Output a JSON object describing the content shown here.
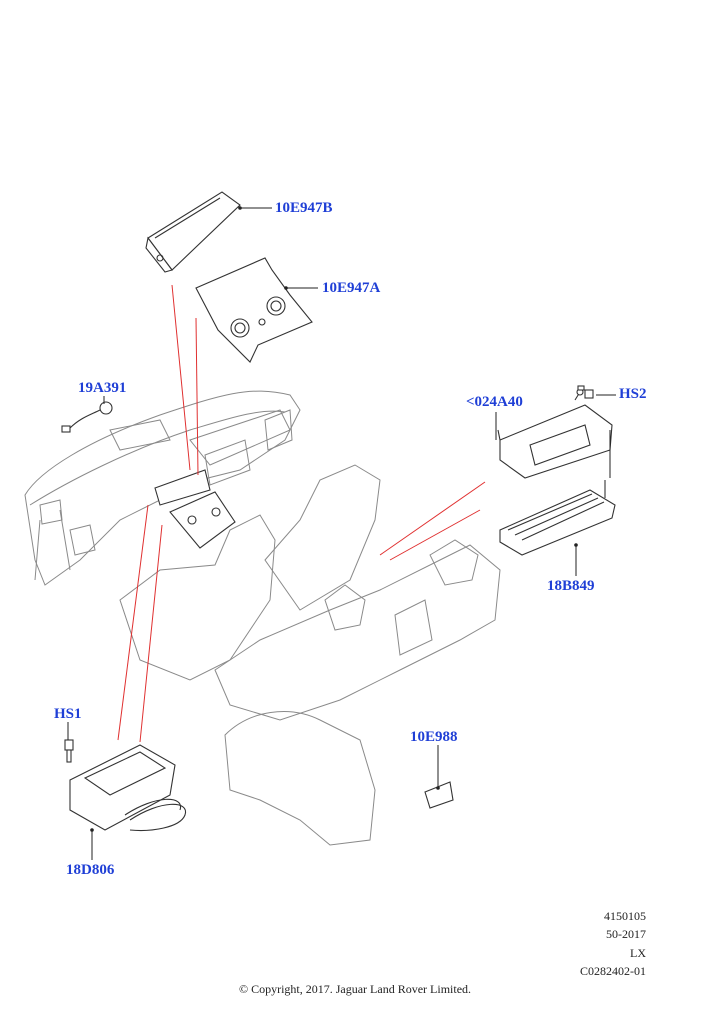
{
  "colors": {
    "label": "#1f3fd6",
    "ink": "#333333",
    "highlight": "#e03030"
  },
  "labels": {
    "p10E947B": "10E947B",
    "p10E947A": "10E947A",
    "p19A391": "19A391",
    "p024A40": "<024A40",
    "pHS2": "HS2",
    "p18B849": "18B849",
    "pHS1": "HS1",
    "p10E988": "10E988",
    "p18D806": "18D806"
  },
  "reference": [
    "4150105",
    "50-2017",
    "LX",
    "C0282402-01"
  ],
  "copyright": "© Copyright, 2017. Jaguar Land Rover Limited."
}
